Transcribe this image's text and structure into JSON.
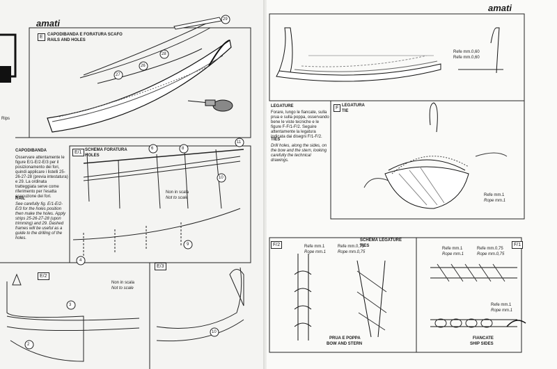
{
  "left_page": {
    "brand": "amati",
    "edge_text": "Rips",
    "panel_e": {
      "code": "E",
      "title_it": "CAPODIBANDA E FORATURA SCAFO",
      "title_en": "RAILS AND HOLES"
    },
    "part_numbers": [
      "29",
      "28",
      "27",
      "26"
    ],
    "capodibanda": {
      "heading": "CAPODIBANDA",
      "body_it": "Osservare attentamente le figure E/1-E/2-E/3 per il posizionamento dei fori, quindi applicare i listelli 25-26-27-28 (previa intestatura) e 29. La ordinata tratteggiata serve come riferimento per l'esatta esecuzione dei fori.",
      "heading_en": "RAIL",
      "body_en": "See carefully fig. E/1-E/2-E/3 for the holes position then make the holes. Apply strips 25-26-27-28 (upon trimming) and 29. Dashed frames will be useful as a guide to the drilling of the holes."
    },
    "panel_e1": {
      "code": "E/1",
      "title_it": "SCHEMA FORATURA",
      "title_en": "HOLES",
      "numbers": [
        "11",
        "6",
        "8",
        "10",
        "9",
        "4"
      ],
      "note_it": "Non in scala",
      "note_en": "Not to scale"
    },
    "panel_e2": {
      "code": "E/2",
      "numbers": [
        "3",
        "2"
      ]
    },
    "panel_e3": {
      "code": "E/3",
      "numbers": [
        "10"
      ],
      "note_it": "Non in scala",
      "note_en": "Not to scale"
    }
  },
  "right_page": {
    "brand": "amati",
    "top_callout": {
      "line1": "Refe mm.0,60",
      "line2": "Refe mm.0,60"
    },
    "legature": {
      "heading_it": "LEGATURE",
      "body_it": "Forare, lungo le fiancate, sulla prua e sulla poppa, osservando bene le viste tecniche e le figure F-F/1-F/2. Seguire attentamente la legatura indicata dai disegni F/1-F/2.",
      "heading_en": "TIES",
      "body_en": "Drill holes, along the sides, on the bow and the stern, looking carefully the technical drawings."
    },
    "panel_f": {
      "code": "F",
      "title_it": "LEGATURA",
      "title_en": "TIE",
      "callout1": "Refe mm.1",
      "callout2": "Rope mm.1"
    },
    "panel_f2": {
      "code": "F/2",
      "title_it": "SCHEMA LEGATURE",
      "title_en": "TIES",
      "callout_a1": "Refe mm.1",
      "callout_a2": "Rope mm.1",
      "callout_b1": "Refe mm.0,75",
      "callout_b2": "Rope mm.0,75",
      "caption_it": "PRUA E POPPA",
      "caption_en": "BOW AND STERN"
    },
    "panel_f1": {
      "code": "F/1",
      "callout_a1": "Refe mm.1",
      "callout_a2": "Rope mm.1",
      "callout_b1": "Refe mm.0,75",
      "callout_b2": "Rope mm.0,75",
      "callout_c1": "Refe mm.1",
      "callout_c2": "Rope mm.1",
      "caption_it": "FIANCATE",
      "caption_en": "SHIP SIDES"
    }
  }
}
